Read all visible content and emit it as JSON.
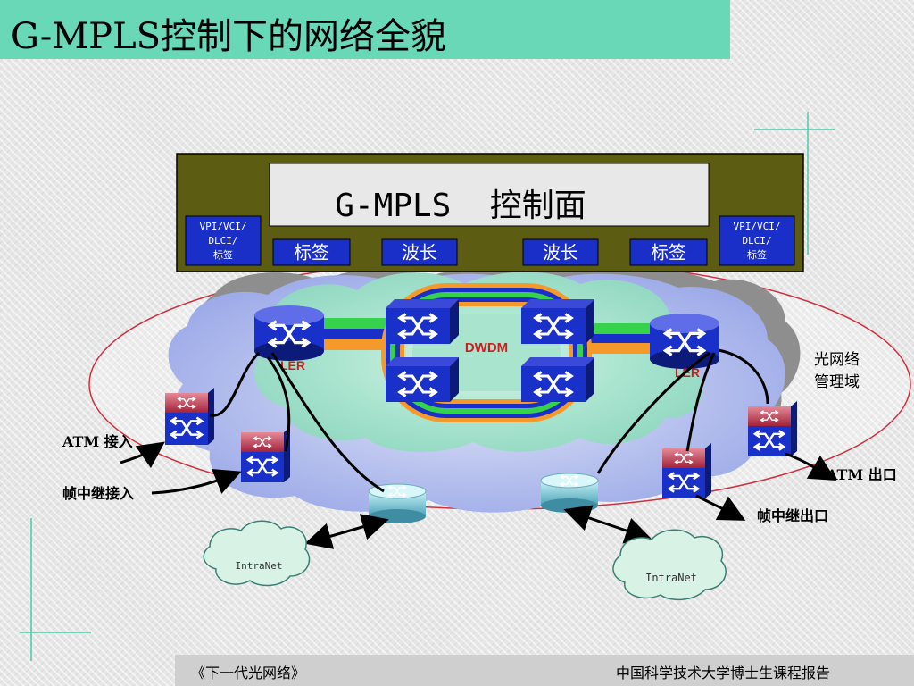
{
  "title": "G-MPLS控制下的网络全貌",
  "control_plane": {
    "title": "G-MPLS  控制面",
    "labels": [
      {
        "lines": [
          "VPI/VCI/",
          "DLCI/",
          "标签"
        ]
      },
      {
        "lines": [
          "标签"
        ]
      },
      {
        "lines": [
          "波长"
        ]
      },
      {
        "lines": [
          "波长"
        ]
      },
      {
        "lines": [
          "标签"
        ]
      },
      {
        "lines": [
          "VPI/VCI/",
          "DLCI/",
          "标签"
        ]
      }
    ]
  },
  "network": {
    "dwdm_label": "DWDM",
    "ler_left": "LER",
    "ler_right": "LER",
    "optical_domain": [
      "光网络",
      "管理域"
    ],
    "atm_in": "ATM 接入",
    "fr_in": "帧中继接入",
    "atm_out": "ATM 出口",
    "fr_out": "帧中继出口",
    "intranet_left": "IntraNet",
    "intranet_right": "IntraNet"
  },
  "footer": {
    "left": "《下一代光网络》",
    "right": "中国科学技术大学博士生课程报告"
  }
}
